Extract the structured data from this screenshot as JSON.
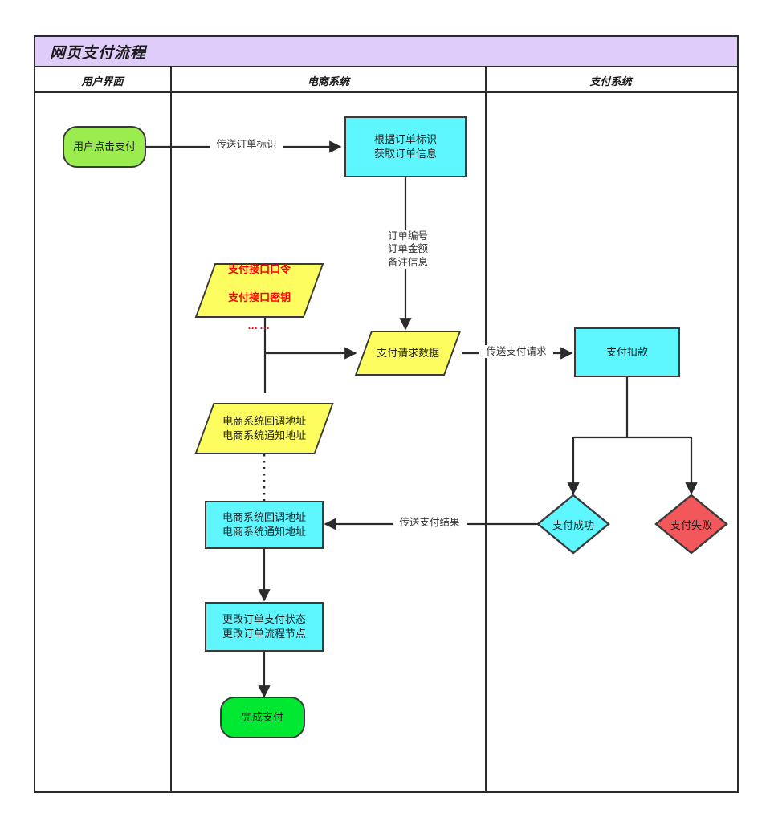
{
  "diagram": {
    "title": "网页支付流程",
    "lanes": [
      {
        "name": "用户界面"
      },
      {
        "name": "电商系统"
      },
      {
        "name": "支付系统"
      }
    ],
    "nodes": {
      "user_click_pay": "用户点击支付",
      "fetch_order": "根据订单标识\n获取订单信息",
      "pay_api_credentials_line1": "支付接口口令",
      "pay_api_credentials_line2": "支付接口密钥",
      "pay_api_credentials_line3": "……",
      "pay_request_data": "支付请求数据",
      "shop_callback_addr": "电商系统回调地址\n电商系统通知地址",
      "pay_deduct": "支付扣款",
      "pay_success": "支付成功",
      "pay_failure": "支付失败",
      "shop_callback_recv": "电商系统回调地址\n电商系统通知地址",
      "update_order": "更改订单支付状态\n更改订单流程节点",
      "finish_pay": "完成支付"
    },
    "edge_labels": {
      "send_order_id": "传送订单标识",
      "order_fields": "订单编号\n订单金额\n备注信息",
      "send_pay_request": "传送支付请求",
      "send_pay_result": "传送支付结果"
    },
    "colors": {
      "title_bar": "#e0ccfa",
      "cyan": "#5ef7ff",
      "yellow": "#fdfd60",
      "green_start": "#9bec4f",
      "green_end": "#00e831",
      "red": "#f2585b",
      "stroke": "#3a3a3a",
      "red_text": "#ff0000"
    }
  }
}
